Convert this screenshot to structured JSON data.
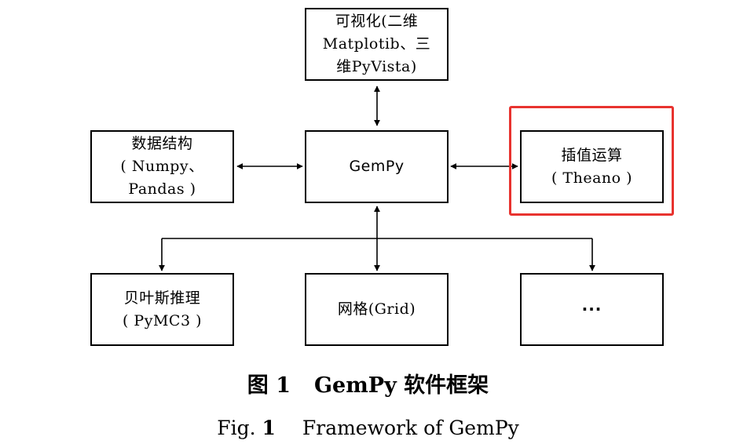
{
  "nodes": {
    "visualization": {
      "lines": [
        "可视化(二维",
        "Matplotib、三",
        "维PyVista)"
      ]
    },
    "data_structure": {
      "lines": [
        "数据结构",
        "( Numpy、",
        "Pandas )"
      ]
    },
    "gempy": {
      "lines": [
        "GemPy"
      ]
    },
    "interpolation": {
      "lines": [
        "插值运算",
        "( Theano )"
      ]
    },
    "bayesian": {
      "lines": [
        "贝叶斯推理",
        "( PyMC3 )"
      ]
    },
    "grid": {
      "lines": [
        "网格(Grid)"
      ]
    },
    "more": {
      "lines": [
        "···"
      ]
    }
  },
  "highlight": {
    "target": "interpolation",
    "color": "#e8332f"
  },
  "caption": {
    "cn_label": "图 1",
    "cn_title": "GemPy 软件框架",
    "en_label_prefix": "Fig.",
    "en_label_num": "1",
    "en_title": "Framework of GemPy"
  }
}
